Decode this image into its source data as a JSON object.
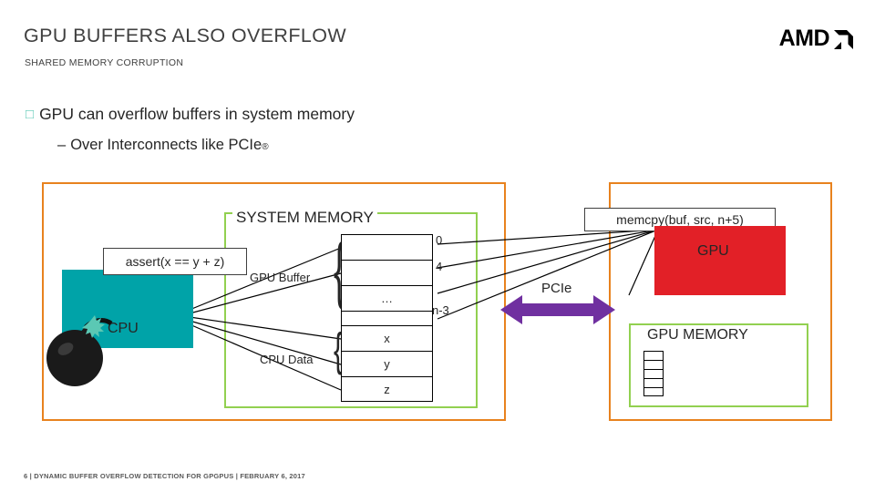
{
  "header": {
    "title": "GPU BUFFERS ALSO OVERFLOW",
    "subtitle": "SHARED MEMORY CORRUPTION",
    "logo_text": "AMD",
    "logo_icon": "amd-arrow-icon"
  },
  "bullets": {
    "marker": "□",
    "level1": "GPU can overflow buffers in system memory",
    "dash": "–",
    "level2": "Over Interconnects like PCIe",
    "level2_sup": "®"
  },
  "diagram": {
    "system_memory_label": "SYSTEM MEMORY",
    "cpu_label": "CPU",
    "assert_text": "assert(x == y + z)",
    "gpu_buffer_label": "GPU Buffer",
    "cpu_data_label": "CPU Data",
    "memcpy_text": "memcpy(buf, src, n+5)",
    "gpu_label": "GPU",
    "gpu_memory_label": "GPU MEMORY",
    "pcie_label": "PCIe",
    "gpu_buffer_offsets": [
      "0",
      "4",
      "n-3"
    ],
    "gpu_buffer_rows": [
      "",
      "",
      "…",
      ""
    ],
    "cpu_data_rows": [
      "x",
      "y",
      "z"
    ],
    "colors": {
      "cpu_block": "#00a3a8",
      "gpu_block": "#e22027",
      "frame_orange": "#e8821e",
      "frame_green": "#92d050",
      "pcie_arrow": "#7030a0",
      "bullet_marker": "#5bc8b4"
    }
  },
  "footer": {
    "text": "6  |  DYNAMIC BUFFER OVERFLOW DETECTION FOR GPGPUS  |  FEBRUARY 6, 2017"
  }
}
